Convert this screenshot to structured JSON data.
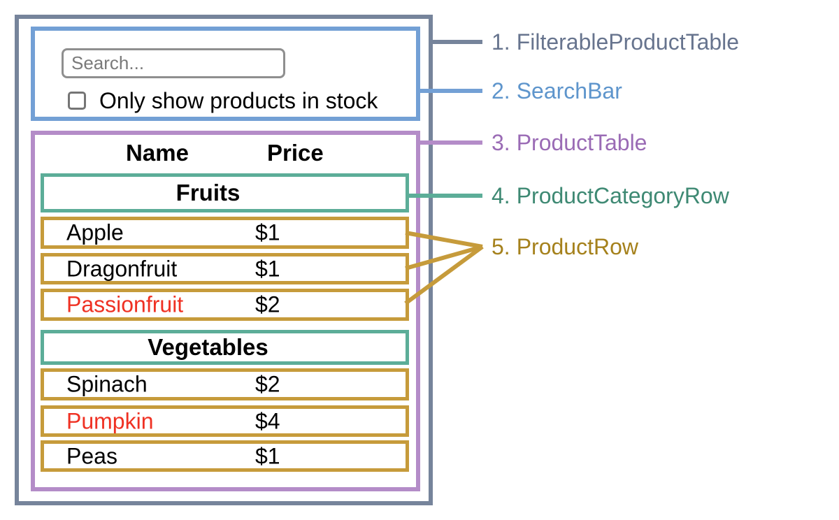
{
  "colors": {
    "slate": "#76849B",
    "slate_text": "#67748E",
    "blue": "#73A0D5",
    "blue_text": "#5E95CC",
    "purple": "#B48CC8",
    "purple_text": "#9A6BB5",
    "teal": "#5CAD98",
    "teal_text": "#3E8973",
    "gold": "#C69B3B",
    "gold_text": "#A5811C",
    "red": "#EF3123"
  },
  "legend": {
    "items": [
      {
        "number": "1.",
        "label": "FilterableProductTable",
        "color_key": "slate_text"
      },
      {
        "number": "2.",
        "label": "SearchBar",
        "color_key": "blue_text"
      },
      {
        "number": "3.",
        "label": "ProductTable",
        "color_key": "purple_text"
      },
      {
        "number": "4.",
        "label": "ProductCategoryRow",
        "color_key": "teal_text"
      },
      {
        "number": "5.",
        "label": "ProductRow",
        "color_key": "gold_text"
      }
    ]
  },
  "app": {
    "search": {
      "placeholder": "Search...",
      "checkbox_label": "Only show products in stock",
      "checkbox_checked": false
    },
    "table": {
      "name_header": "Name",
      "price_header": "Price",
      "sections": [
        {
          "category": "Fruits",
          "rows": [
            {
              "name": "Apple",
              "price": "$1",
              "red": false
            },
            {
              "name": "Dragonfruit",
              "price": "$1",
              "red": false
            },
            {
              "name": "Passionfruit",
              "price": "$2",
              "red": true
            }
          ]
        },
        {
          "category": "Vegetables",
          "rows": [
            {
              "name": "Spinach",
              "price": "$2",
              "red": false
            },
            {
              "name": "Pumpkin",
              "price": "$4",
              "red": true
            },
            {
              "name": "Peas",
              "price": "$1",
              "red": false
            }
          ]
        }
      ]
    }
  }
}
